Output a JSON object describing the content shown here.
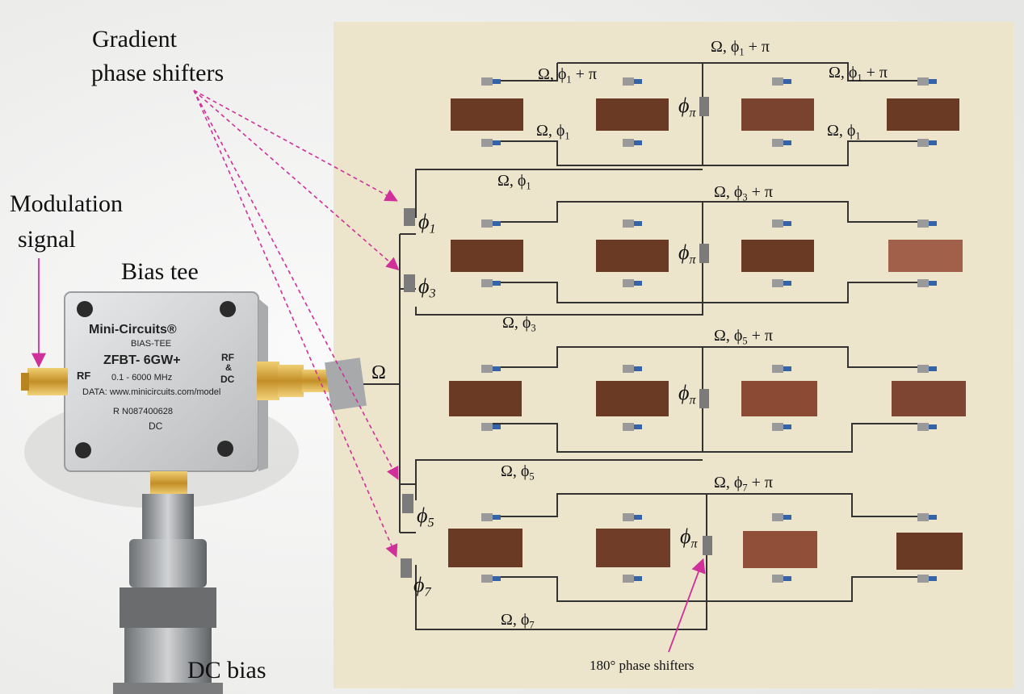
{
  "callouts": {
    "gradient_line1": "Gradient",
    "gradient_line2": "phase shifters",
    "modulation_line1": "Modulation",
    "modulation_line2": "signal",
    "bias_tee": "Bias tee",
    "dc_bias": "DC bias",
    "phase180": "180° phase shifters"
  },
  "bias_tee_device": {
    "brand": "Mini-Circuits®",
    "type": "BIAS-TEE",
    "model": "ZFBT- 6GW+",
    "range": "0.1 - 6000  MHz",
    "rf": "RF",
    "rfdc_1": "RF",
    "rfdc_2": "&",
    "rfdc_3": "DC",
    "data_url": "DATA: www.minicircuits.com/model",
    "serial": "R  N087400628",
    "dc": "DC"
  },
  "board": {
    "omega": "Ω",
    "row_labels": {
      "r1_top": "Ω, ϕ",
      "r1_top_sub": "1",
      "r1_top_suffix": " + π",
      "r1_left_inner": "Ω, ϕ",
      "r1_left_inner_sub": "1",
      "r1_left_inner_suffix": " + π",
      "r1_right_inner": "Ω, ϕ",
      "r1_right_inner_sub": "1",
      "r1_right_inner_suffix": " + π",
      "r1_left_bot": "Ω, ϕ",
      "r1_left_bot_sub": "1",
      "r1_right_bot": "Ω, ϕ",
      "r1_right_bot_sub": "1",
      "r1_feed": "Ω, ϕ",
      "r1_feed_sub": "1",
      "r2_top": "Ω, ϕ",
      "r2_top_sub": "3",
      "r2_top_suffix": " + π",
      "r2_feed": "Ω, ϕ",
      "r2_feed_sub": "3",
      "r3_top": "Ω, ϕ",
      "r3_top_sub": "5",
      "r3_top_suffix": " + π",
      "r3_feed": "Ω, ϕ",
      "r3_feed_sub": "5",
      "r4_top": "Ω, ϕ",
      "r4_top_sub": "7",
      "r4_top_suffix": " + π",
      "r4_feed": "Ω, ϕ",
      "r4_feed_sub": "7"
    },
    "shifters": [
      {
        "sym": "ϕ",
        "sub": "1"
      },
      {
        "sym": "ϕ",
        "sub": "3"
      },
      {
        "sym": "ϕ",
        "sub": "5"
      },
      {
        "sym": "ϕ",
        "sub": "7"
      }
    ],
    "pi_shifter": {
      "sym": "ϕ",
      "sub": "π"
    }
  },
  "colors": {
    "board": "#ece5cc",
    "patch": "#6b3a24",
    "trace": "#333333",
    "arrow": "#d0309a",
    "device": "#d9dadb",
    "connector": "#c9962a"
  }
}
